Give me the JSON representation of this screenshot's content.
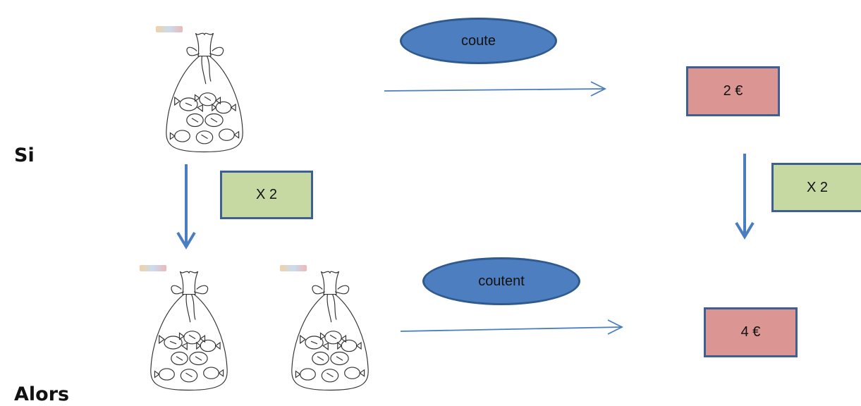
{
  "labels": {
    "si": "Si",
    "alors": "Alors"
  },
  "top_relation": {
    "verb": "coute",
    "price": "2 €"
  },
  "bottom_relation": {
    "verb": "coutent",
    "price": "4 €"
  },
  "multiplier_left": "X 2",
  "multiplier_right": "X 2",
  "bags": {
    "top_count": 1,
    "bottom_count": 2
  },
  "colors": {
    "arrow": "#4a7ec0",
    "ellipse": "#4d7fc0",
    "multiplier_box": "#c6d9a2",
    "price_box": "#db9694",
    "border": "#3e5f8f"
  }
}
